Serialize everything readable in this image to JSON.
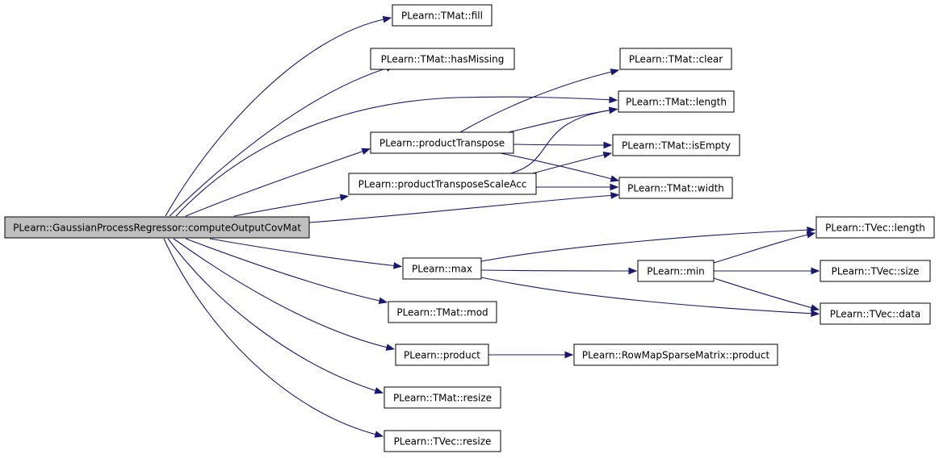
{
  "nodes": {
    "root": "PLearn::GaussianProcessRegressor::computeOutputCovMat",
    "tmat_fill": "PLearn::TMat::fill",
    "tmat_hasmissing": "PLearn::TMat::hasMissing",
    "tmat_clear": "PLearn::TMat::clear",
    "tmat_length": "PLearn::TMat::length",
    "product_transpose": "PLearn::productTranspose",
    "tmat_isempty": "PLearn::TMat::isEmpty",
    "product_transpose_scale_acc": "PLearn::productTransposeScaleAcc",
    "tmat_width": "PLearn::TMat::width",
    "tvec_length": "PLearn::TVec::length",
    "max": "PLearn::max",
    "min": "PLearn::min",
    "tvec_size": "PLearn::TVec::size",
    "tmat_mod": "PLearn::TMat::mod",
    "tvec_data": "PLearn::TVec::data",
    "product": "PLearn::product",
    "rowmap_product": "PLearn::RowMapSparseMatrix::product",
    "tmat_resize": "PLearn::TMat::resize",
    "tvec_resize": "PLearn::TVec::resize"
  },
  "edges": [
    {
      "from": "root",
      "to": "tmat_fill"
    },
    {
      "from": "root",
      "to": "tmat_hasmissing"
    },
    {
      "from": "root",
      "to": "tmat_length"
    },
    {
      "from": "root",
      "to": "product_transpose"
    },
    {
      "from": "root",
      "to": "product_transpose_scale_acc"
    },
    {
      "from": "root",
      "to": "tmat_width"
    },
    {
      "from": "root",
      "to": "max"
    },
    {
      "from": "root",
      "to": "tmat_mod"
    },
    {
      "from": "root",
      "to": "product"
    },
    {
      "from": "root",
      "to": "tmat_resize"
    },
    {
      "from": "root",
      "to": "tvec_resize"
    },
    {
      "from": "product_transpose",
      "to": "tmat_clear"
    },
    {
      "from": "product_transpose",
      "to": "tmat_length"
    },
    {
      "from": "product_transpose",
      "to": "tmat_isempty"
    },
    {
      "from": "product_transpose",
      "to": "tmat_width"
    },
    {
      "from": "product_transpose_scale_acc",
      "to": "tmat_length"
    },
    {
      "from": "product_transpose_scale_acc",
      "to": "tmat_isempty"
    },
    {
      "from": "product_transpose_scale_acc",
      "to": "tmat_width"
    },
    {
      "from": "max",
      "to": "tvec_length"
    },
    {
      "from": "max",
      "to": "min"
    },
    {
      "from": "max",
      "to": "tvec_data"
    },
    {
      "from": "min",
      "to": "tvec_length"
    },
    {
      "from": "min",
      "to": "tvec_size"
    },
    {
      "from": "min",
      "to": "tvec_data"
    },
    {
      "from": "product",
      "to": "rowmap_product"
    }
  ]
}
